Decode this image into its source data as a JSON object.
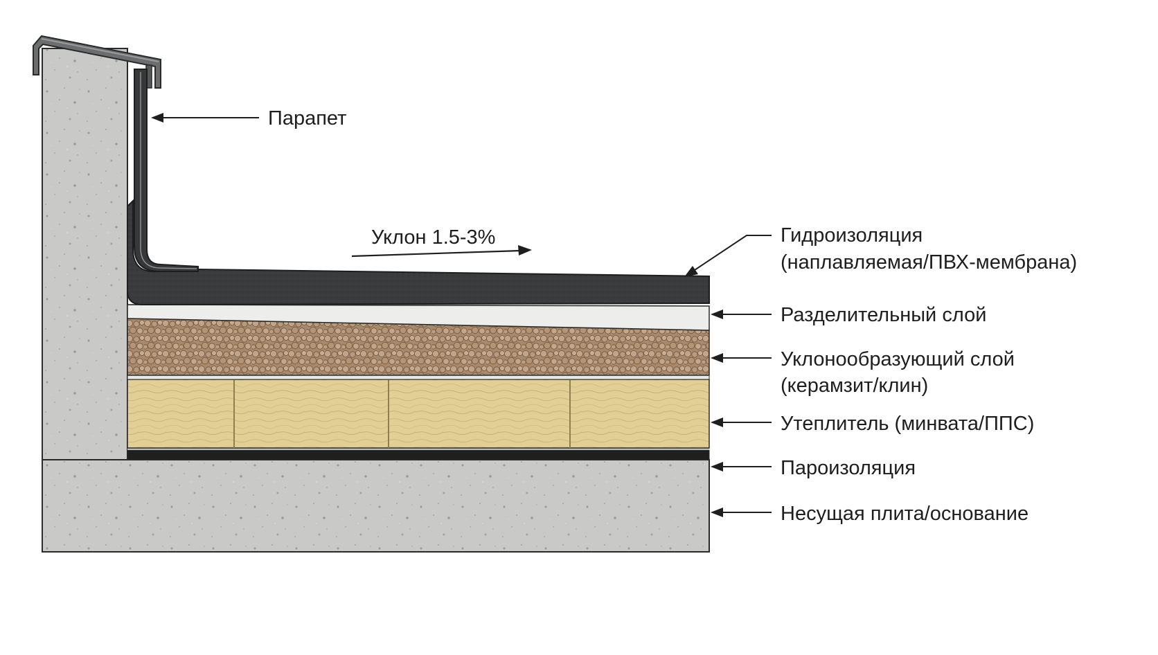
{
  "labels": {
    "parapet": "Парапет",
    "slope": "Уклон 1.5-3%",
    "waterproofing_line1": "Гидроизоляция",
    "waterproofing_line2": "(наплавляемая/ПВХ-мембрана)",
    "separation_layer": "Разделительный слой",
    "slope_layer_line1": "Уклонообразующий слой",
    "slope_layer_line2": "(керамзит/клин)",
    "insulation": "Утеплитель (минвата/ППС)",
    "vapor_barrier": "Пароизоляция",
    "base_slab": "Несущая плита/основание"
  },
  "colors": {
    "concrete": "#c9c9c7",
    "membrane": "#3a3b3d",
    "separation": "#ededeb",
    "clay": "#a78a6e",
    "insulation": "#e2cf96",
    "vapor": "#1f1f1f",
    "metal": "#6c6d6f"
  },
  "icons": {
    "pointer": "arrow-left-icon",
    "slope_direction": "arrow-right-icon"
  }
}
